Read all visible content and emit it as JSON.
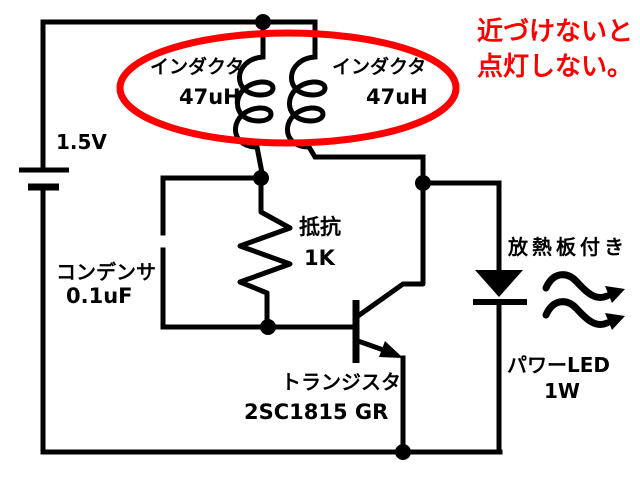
{
  "colors": {
    "background": "#ffffff",
    "ink": "#000000",
    "accent": "#ff0000"
  },
  "annotation": {
    "line1": "近づけないと",
    "line2": "点灯しない。"
  },
  "components": {
    "battery": {
      "value": "1.5V"
    },
    "inductor_left": {
      "name": "インダクタ",
      "value": "47uH"
    },
    "inductor_right": {
      "name": "インダクタ",
      "value": "47uH"
    },
    "capacitor": {
      "name": "コンデンサ",
      "value": "0.1uF"
    },
    "resistor": {
      "name": "抵抗",
      "value": "1K"
    },
    "transistor": {
      "name": "トランジスタ",
      "value": "2SC1815 GR"
    },
    "led": {
      "heatsink_note": "放熱板付き",
      "name": "パワーLED",
      "value": "1W"
    }
  }
}
